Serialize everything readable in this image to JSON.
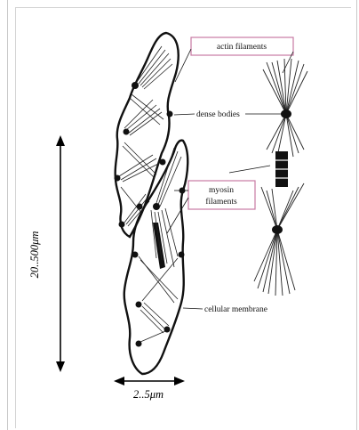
{
  "labels": {
    "actin": "actin filaments",
    "dense": "dense bodies",
    "myosin_line1": "myosin",
    "myosin_line2": "filaments",
    "membrane": "cellular membrane"
  },
  "dimensions": {
    "length": "20..500μm",
    "width": "2..5μm"
  },
  "colors": {
    "label_box_border": "#c77aa3",
    "ink": "#111111"
  }
}
